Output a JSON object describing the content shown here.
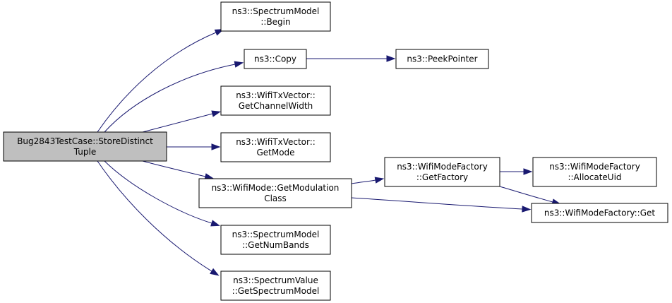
{
  "graph": {
    "nodes": [
      {
        "id": "root",
        "lines": [
          "Bug2843TestCase::StoreDistinct",
          "Tuple"
        ],
        "root": true
      },
      {
        "id": "sm_begin",
        "lines": [
          "ns3::SpectrumModel",
          "::Begin"
        ]
      },
      {
        "id": "copy",
        "lines": [
          "ns3::Copy"
        ]
      },
      {
        "id": "peek",
        "lines": [
          "ns3::PeekPointer"
        ]
      },
      {
        "id": "txv_cw",
        "lines": [
          "ns3::WifiTxVector::",
          "GetChannelWidth"
        ]
      },
      {
        "id": "txv_mode",
        "lines": [
          "ns3::WifiTxVector::",
          "GetMode"
        ]
      },
      {
        "id": "mode_getmod",
        "lines": [
          "ns3::WifiMode::GetModulation",
          "Class"
        ]
      },
      {
        "id": "factory_getfactory",
        "lines": [
          "ns3::WifiModeFactory",
          "::GetFactory"
        ]
      },
      {
        "id": "factory_alloc",
        "lines": [
          "ns3::WifiModeFactory",
          "::AllocateUid"
        ]
      },
      {
        "id": "factory_get",
        "lines": [
          "ns3::WifiModeFactory::Get"
        ]
      },
      {
        "id": "sm_numbands",
        "lines": [
          "ns3::SpectrumModel",
          "::GetNumBands"
        ]
      },
      {
        "id": "sv_getsm",
        "lines": [
          "ns3::SpectrumValue",
          "::GetSpectrumModel"
        ]
      }
    ],
    "edges": [
      {
        "from": "root",
        "to": "sm_begin"
      },
      {
        "from": "root",
        "to": "copy"
      },
      {
        "from": "copy",
        "to": "peek"
      },
      {
        "from": "root",
        "to": "txv_cw"
      },
      {
        "from": "root",
        "to": "txv_mode"
      },
      {
        "from": "root",
        "to": "mode_getmod"
      },
      {
        "from": "mode_getmod",
        "to": "factory_getfactory"
      },
      {
        "from": "factory_getfactory",
        "to": "factory_alloc"
      },
      {
        "from": "factory_getfactory",
        "to": "factory_get"
      },
      {
        "from": "mode_getmod",
        "to": "factory_get"
      },
      {
        "from": "root",
        "to": "sm_numbands"
      },
      {
        "from": "root",
        "to": "sv_getsm"
      }
    ]
  }
}
